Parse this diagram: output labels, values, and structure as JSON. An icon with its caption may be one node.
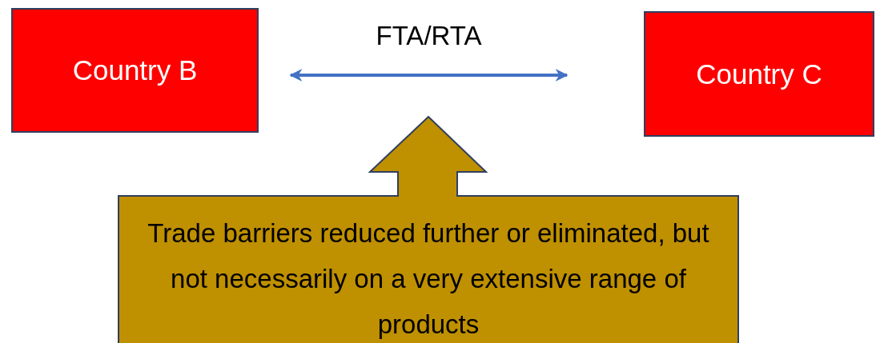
{
  "diagram": {
    "nodes": [
      {
        "text": [
          "Country B"
        ]
      },
      {
        "text": [
          "Country C"
        ]
      },
      {
        "text": [
          "Trade barriers reduced further or eliminated, but not necessarily on a very extensive range of products"
        ]
      }
    ],
    "edges": [
      {
        "from": 0,
        "to": 1,
        "arrow": "both",
        "label": "FTA/RTA"
      }
    ]
  }
}
